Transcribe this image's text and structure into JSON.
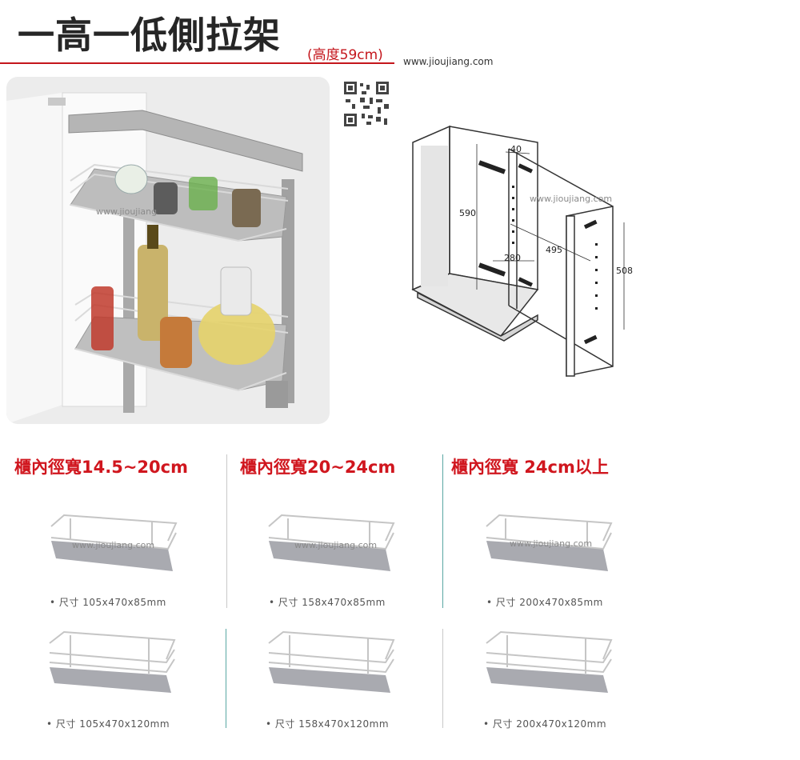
{
  "header": {
    "title": "一高一低側拉架",
    "subtitle": "(高度59cm)",
    "site": "www.jioujiang.com"
  },
  "photo": {
    "watermark": "www.jioujiang"
  },
  "diagram": {
    "watermark": "www.jioujiang.com",
    "dims": {
      "top_depth": "40",
      "height": "590",
      "width": "495",
      "inner": "280",
      "side_height": "508"
    }
  },
  "categories": [
    {
      "heading": "櫃內徑寬14.5~20cm",
      "watermark": "www.jioujiang.com",
      "low": "• 尺寸  105x470x85mm",
      "high": "• 尺寸  105x470x120mm"
    },
    {
      "heading": "櫃內徑寬20~24cm",
      "watermark": "www.jioujiang.com",
      "low": "• 尺寸  158x470x85mm",
      "high": "• 尺寸  158x470x120mm"
    },
    {
      "heading": "櫃內徑寬 24cm以上",
      "watermark": "www.jioujiang.com",
      "low": "• 尺寸  200x470x85mm",
      "high": "• 尺寸  200x470x120mm"
    }
  ],
  "colors": {
    "accent_red": "#d0161e",
    "divider_teal": "#5aa7a3"
  }
}
